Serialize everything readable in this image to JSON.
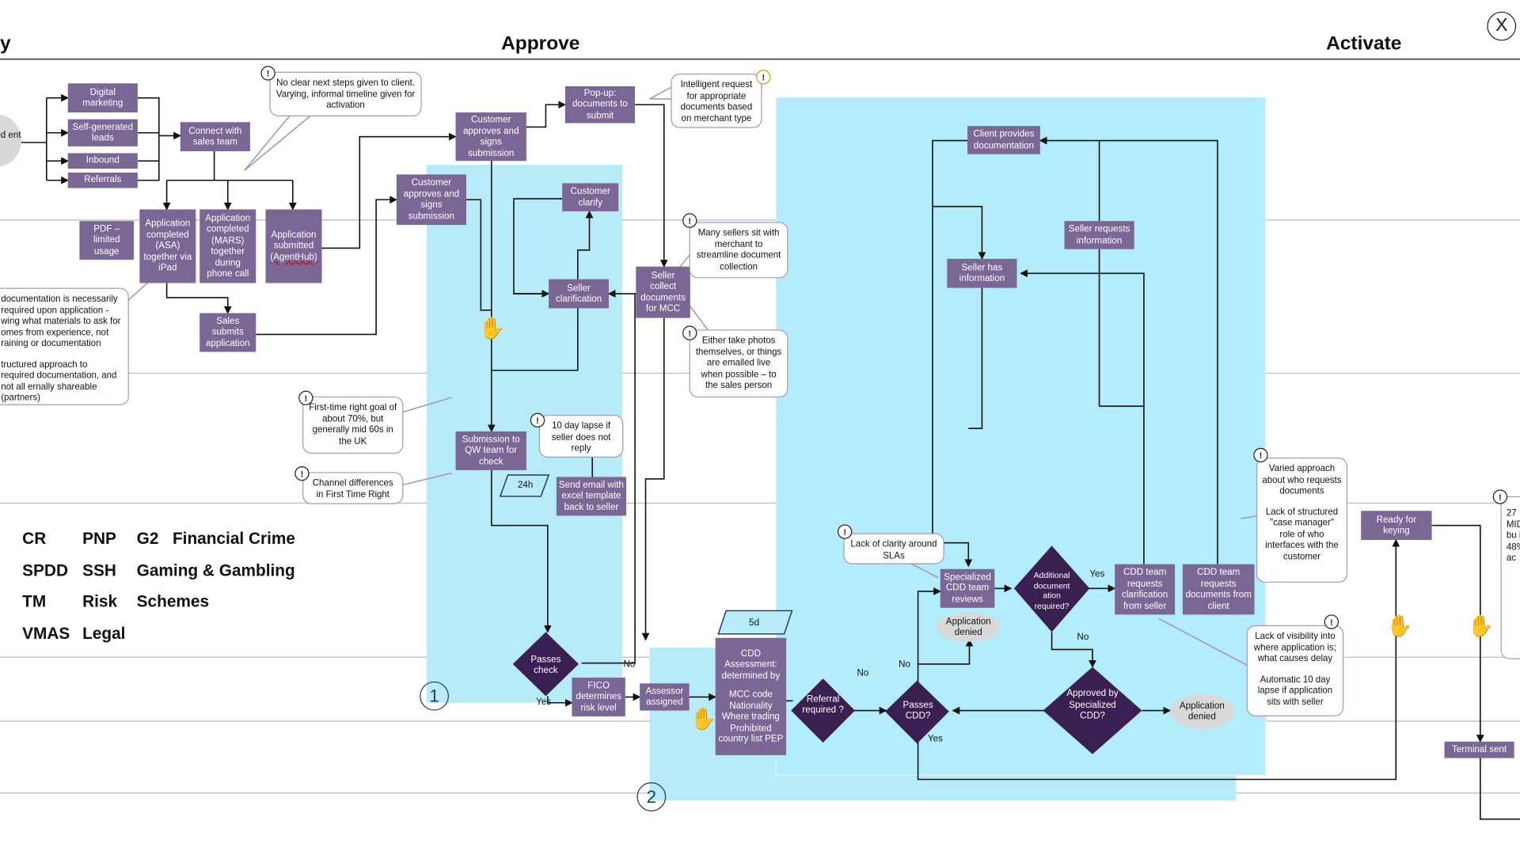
{
  "header": {
    "phase_left_fragment": "y",
    "phase_approve": "Approve",
    "phase_activate": "Activate",
    "close_label": "X"
  },
  "nodes": {
    "digital_marketing": "Digital marketing",
    "self_generated_leads": "Self-generated leads",
    "inbound": "Inbound",
    "referrals": "Referrals",
    "connect_sales": "Connect with sales team",
    "pdf_limited": "PDF – limited usage",
    "app_asa": "Application completed (ASA) together via iPad",
    "app_mars": "Application completed (MARS) together during phone call",
    "app_agenthub_1": "Application submitted",
    "app_agenthub_2": "(AgentHub)",
    "sales_submits": "Sales submits application",
    "customer_approves_top": "Customer approves and signs submission",
    "customer_approves_mid": "Customer approves and signs submission",
    "popup_documents": "Pop-up: documents to submit",
    "customer_clarify": "Customer clarify",
    "seller_clarification": "Seller clarification",
    "seller_collect": "Seller collect documents for MCC",
    "submission_qw": "Submission to QW team for check",
    "send_email": "Send email with excel template back to seller",
    "passes_check": "Passes check",
    "fico": "FICO determines risk level",
    "assessor": "Assessor assigned",
    "cdd_assessment_title": "CDD Assessment: determined by",
    "cdd_assessment_list": "MCC code Nationality Where trading Prohibited country list PEP",
    "referral_required": "Referral required ?",
    "passes_cdd": "Passes CDD?",
    "specialized_reviews": "Specialized CDD team reviews",
    "additional_docs": "Additional document ation required?",
    "approved_specialized": "Approved by Specialized CDD?",
    "cdd_requests_seller": "CDD team requests clarification from seller",
    "cdd_requests_client": "CDD team requests documents from client",
    "client_provides": "Client provides documentation",
    "seller_requests": "Seller requests information",
    "seller_has_info": "Seller has information",
    "ready_keying": "Ready for keying",
    "terminal_sent": "Terminal sent"
  },
  "ellipses": {
    "feed_fragment": "eed ent n",
    "denied_top": "Application denied",
    "denied_right": "Application denied"
  },
  "parallelograms": {
    "p24h": "24h",
    "p5d": "5d"
  },
  "edge_labels": {
    "yes_passes": "Yes",
    "no_passes": "No",
    "no_referral": "No",
    "no_cdd": "No",
    "yes_cdd": "Yes",
    "yes_additional": "Yes",
    "no_additional": "No"
  },
  "callouts": {
    "no_clear_steps": "No clear next steps given to client. Varying, informal timeline given for activation",
    "intelligent_request": "Intelligent request for appropriate documents based on merchant type",
    "many_sellers": "Many sellers sit with merchant to streamline document collection",
    "either_take_photos": "Either take photos themselves, or things are emailed live when possible – to the sales person",
    "documentation_left_1": "documentation is necessarily required upon application - wing what materials to ask for omes from experience, not raining or documentation",
    "documentation_left_2": "tructured approach to required documentation, and not all ernally shareable (partners)",
    "first_time_right": "First-time right goal of about 70%, but generally mid 60s in the UK",
    "channel_differences": "Channel differences in First Time Right",
    "ten_day_lapse": "10 day lapse if seller does not reply",
    "lack_clarity_slas": "Lack of clarity around SLAs",
    "varied_approach_1": "Varied approach about who requests documents",
    "varied_approach_2": "Lack of structured \"case manager\" role of who interfaces with the customer",
    "lack_visibility_1": "Lack of visibility into where application is; what causes delay",
    "lack_visibility_2": "Automatic 10 day lapse if application sits with seller",
    "right_edge_fragment": "27 MID bu in 48% ac"
  },
  "region_numbers": {
    "one": "1",
    "two": "2"
  },
  "legend": {
    "row1": [
      "CR",
      "PNP",
      "G2",
      "Financial Crime"
    ],
    "row2": [
      "SPDD",
      "SSH",
      "Gaming & Gambling"
    ],
    "row3": [
      "TM",
      "Risk",
      "Schemes"
    ],
    "row4": [
      "VMAS",
      "Legal"
    ]
  },
  "colors": {
    "node": "#7b6795",
    "decision": "#3a1f52",
    "region": "#b8ebf8",
    "callout_border": "#a596c2"
  },
  "icons": {
    "info": "info-circle-icon",
    "hand": "raised-hand-icon"
  }
}
